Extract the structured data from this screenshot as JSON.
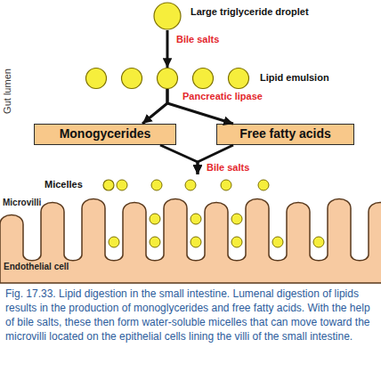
{
  "diagram": {
    "caption": "Fig. 17.33. Lipid digestion in the small intestine. Lumenal digestion of lipids results in the production of monoglycerides and free fatty acids. With the help of bile salts, these then form water-soluble micelles that can move toward the microvilli located on the epithelial cells lining the villi of the small intestine.",
    "nodes": [
      {
        "text": [
          "Large triglyceride droplet"
        ]
      },
      {
        "text": [
          "Lipid emulsion"
        ]
      },
      {
        "text": [
          "Monogycerides"
        ]
      },
      {
        "text": [
          "Free fatty acids"
        ]
      },
      {
        "text": [
          "Micelles"
        ]
      }
    ],
    "edges": [
      {
        "from": 0,
        "to": 1,
        "arrow": "to",
        "label": "Bile salts"
      },
      {
        "from": 1,
        "to": 2,
        "arrow": "to",
        "label": "Pancreatic lipase"
      },
      {
        "from": 1,
        "to": 3,
        "arrow": "to"
      },
      {
        "from": 2,
        "to": 4,
        "arrow": "to"
      },
      {
        "from": 3,
        "to": 4,
        "arrow": "to",
        "label": "Bile salts"
      }
    ],
    "labels": [
      "Gut lumen",
      "Microvilli",
      "Endothelial cell"
    ]
  }
}
